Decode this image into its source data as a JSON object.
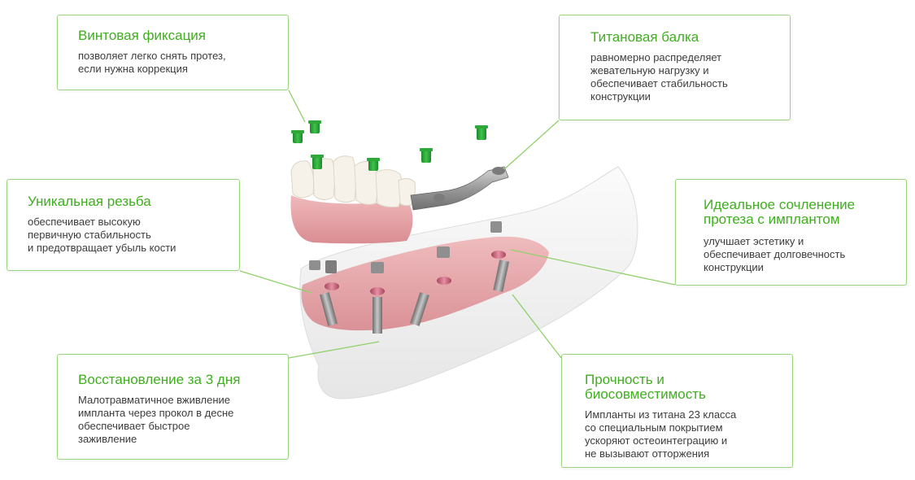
{
  "colors": {
    "accent": "#3fae1f",
    "border": "#9bd57f",
    "text": "#3c3c3c",
    "gum": "#e4a2a5",
    "tooth": "#f6f2ea",
    "titanium": "#a9aaa9",
    "screw_cap": "#2fa83a"
  },
  "callouts": [
    {
      "title": "Винтовая фиксация",
      "text": "позволяет легко снять протез,\nесли нужна коррекция"
    },
    {
      "title": "Титановая балка",
      "text": "равномерно распределяет\nжевательную нагрузку и\nобеспечивает стабильность\nконструкции"
    },
    {
      "title": "Уникальная резьба",
      "text": "обеспечивает высокую\nпервичную стабильность\nи предотвращает убыль кости"
    },
    {
      "title": "Идеальное сочленение\nпротеза с имплантом",
      "text": "улучшает эстетику и\nобеспечивает долговечность\nконструкции"
    },
    {
      "title": "Восстановление за 3 дня",
      "text": "Малотравматичное вживление\nимпланта через прокол в десне\nобеспечивает быстрое\nзаживление"
    },
    {
      "title": "Прочность и\nбиосовместимость",
      "text": "Импланты из титана 23 класса\nсо специальным покрытием\nускоряют остеоинтеграцию и\nне вызывают отторжения"
    }
  ],
  "icons": {
    "illustration": "dental-implant-prosthesis-illustration"
  }
}
